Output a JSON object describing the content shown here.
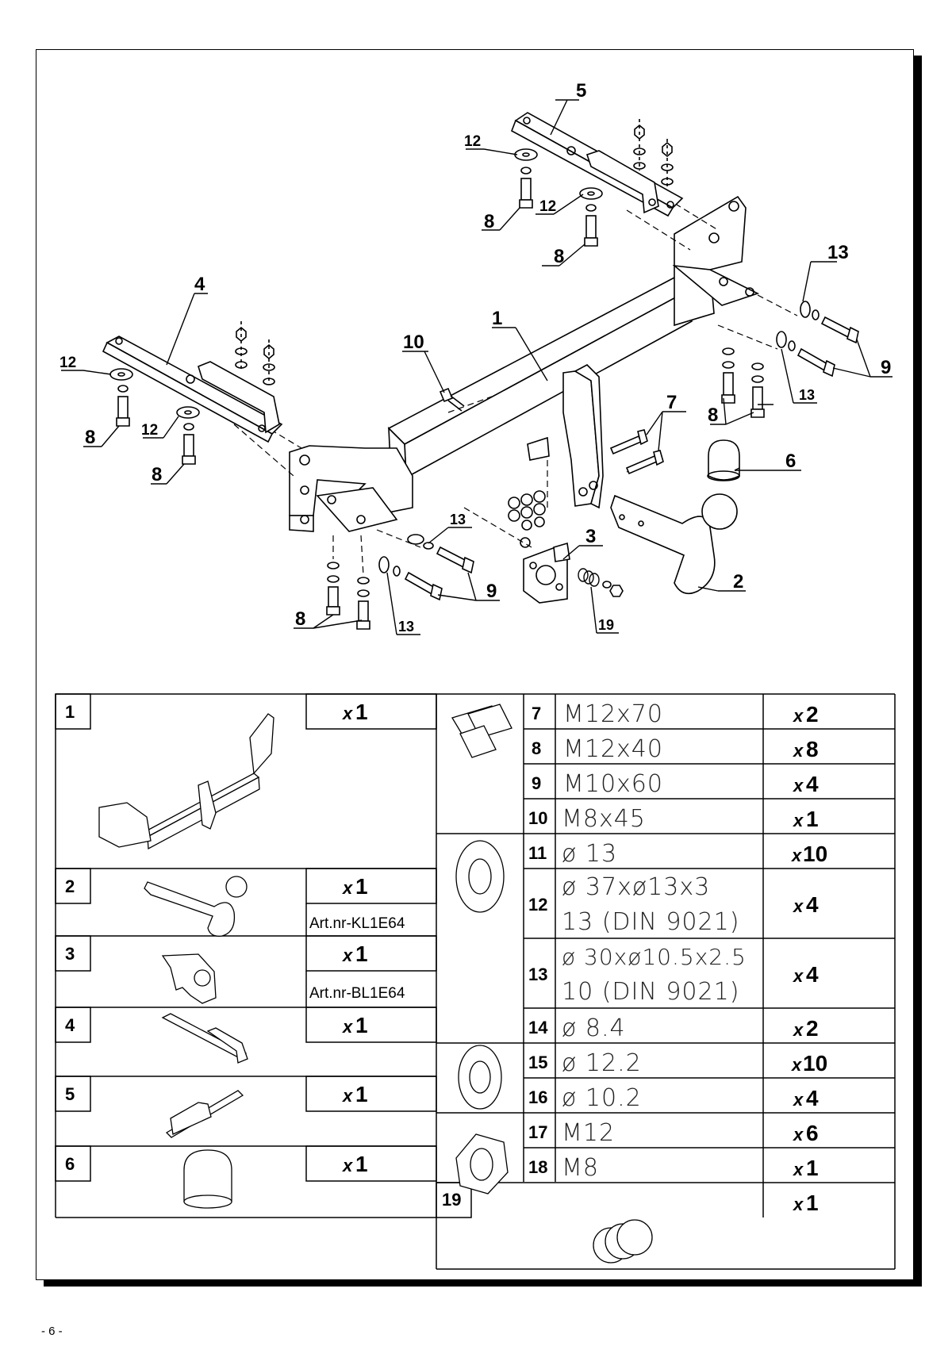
{
  "callouts": {
    "c1": "1",
    "c2": "2",
    "c3": "3",
    "c4": "4",
    "c5": "5",
    "c6": "6",
    "c7": "7",
    "c8": "8",
    "c9": "9",
    "c10": "10",
    "c12": "12",
    "c13": "13",
    "c19": "19"
  },
  "parts": {
    "p1": {
      "no": "1",
      "x": "x",
      "qty": "1"
    },
    "p2": {
      "no": "2",
      "x": "x",
      "qty": "1",
      "art": "Art.nr-KL1E64"
    },
    "p3": {
      "no": "3",
      "x": "x",
      "qty": "1",
      "art": "Art.nr-BL1E64"
    },
    "p4": {
      "no": "4",
      "x": "x",
      "qty": "1"
    },
    "p5": {
      "no": "5",
      "x": "x",
      "qty": "1"
    },
    "p6": {
      "no": "6",
      "x": "x",
      "qty": "1"
    },
    "p7": {
      "no": "7",
      "spec": "M12x70",
      "x": "x",
      "qty": "2"
    },
    "p8": {
      "no": "8",
      "spec": "M12x40",
      "x": "x",
      "qty": "8"
    },
    "p9": {
      "no": "9",
      "spec": "M10x60",
      "x": "x",
      "qty": "4"
    },
    "p10": {
      "no": "10",
      "spec": "M8x45",
      "x": "x",
      "qty": "1"
    },
    "p11": {
      "no": "11",
      "spec": "ø 13",
      "x": "x",
      "qty": "10"
    },
    "p12": {
      "no": "12",
      "spec1": "ø 37xø13x3",
      "spec2": "13  (DIN 9021)",
      "x": "x",
      "qty": "4"
    },
    "p13": {
      "no": "13",
      "spec1": "ø 30xø10.5x2.5",
      "spec2": "10  (DIN 9021)",
      "x": "x",
      "qty": "4"
    },
    "p14": {
      "no": "14",
      "spec": "ø 8.4",
      "x": "x",
      "qty": "2"
    },
    "p15": {
      "no": "15",
      "spec": "ø 12.2",
      "x": "x",
      "qty": "10"
    },
    "p16": {
      "no": "16",
      "spec": "ø 10.2",
      "x": "x",
      "qty": "4"
    },
    "p17": {
      "no": "17",
      "spec": "M12",
      "x": "x",
      "qty": "6"
    },
    "p18": {
      "no": "18",
      "spec": "M8",
      "x": "x",
      "qty": "1"
    },
    "p19": {
      "no": "19",
      "x": "x",
      "qty": "1"
    }
  },
  "footer": "- 6 -"
}
